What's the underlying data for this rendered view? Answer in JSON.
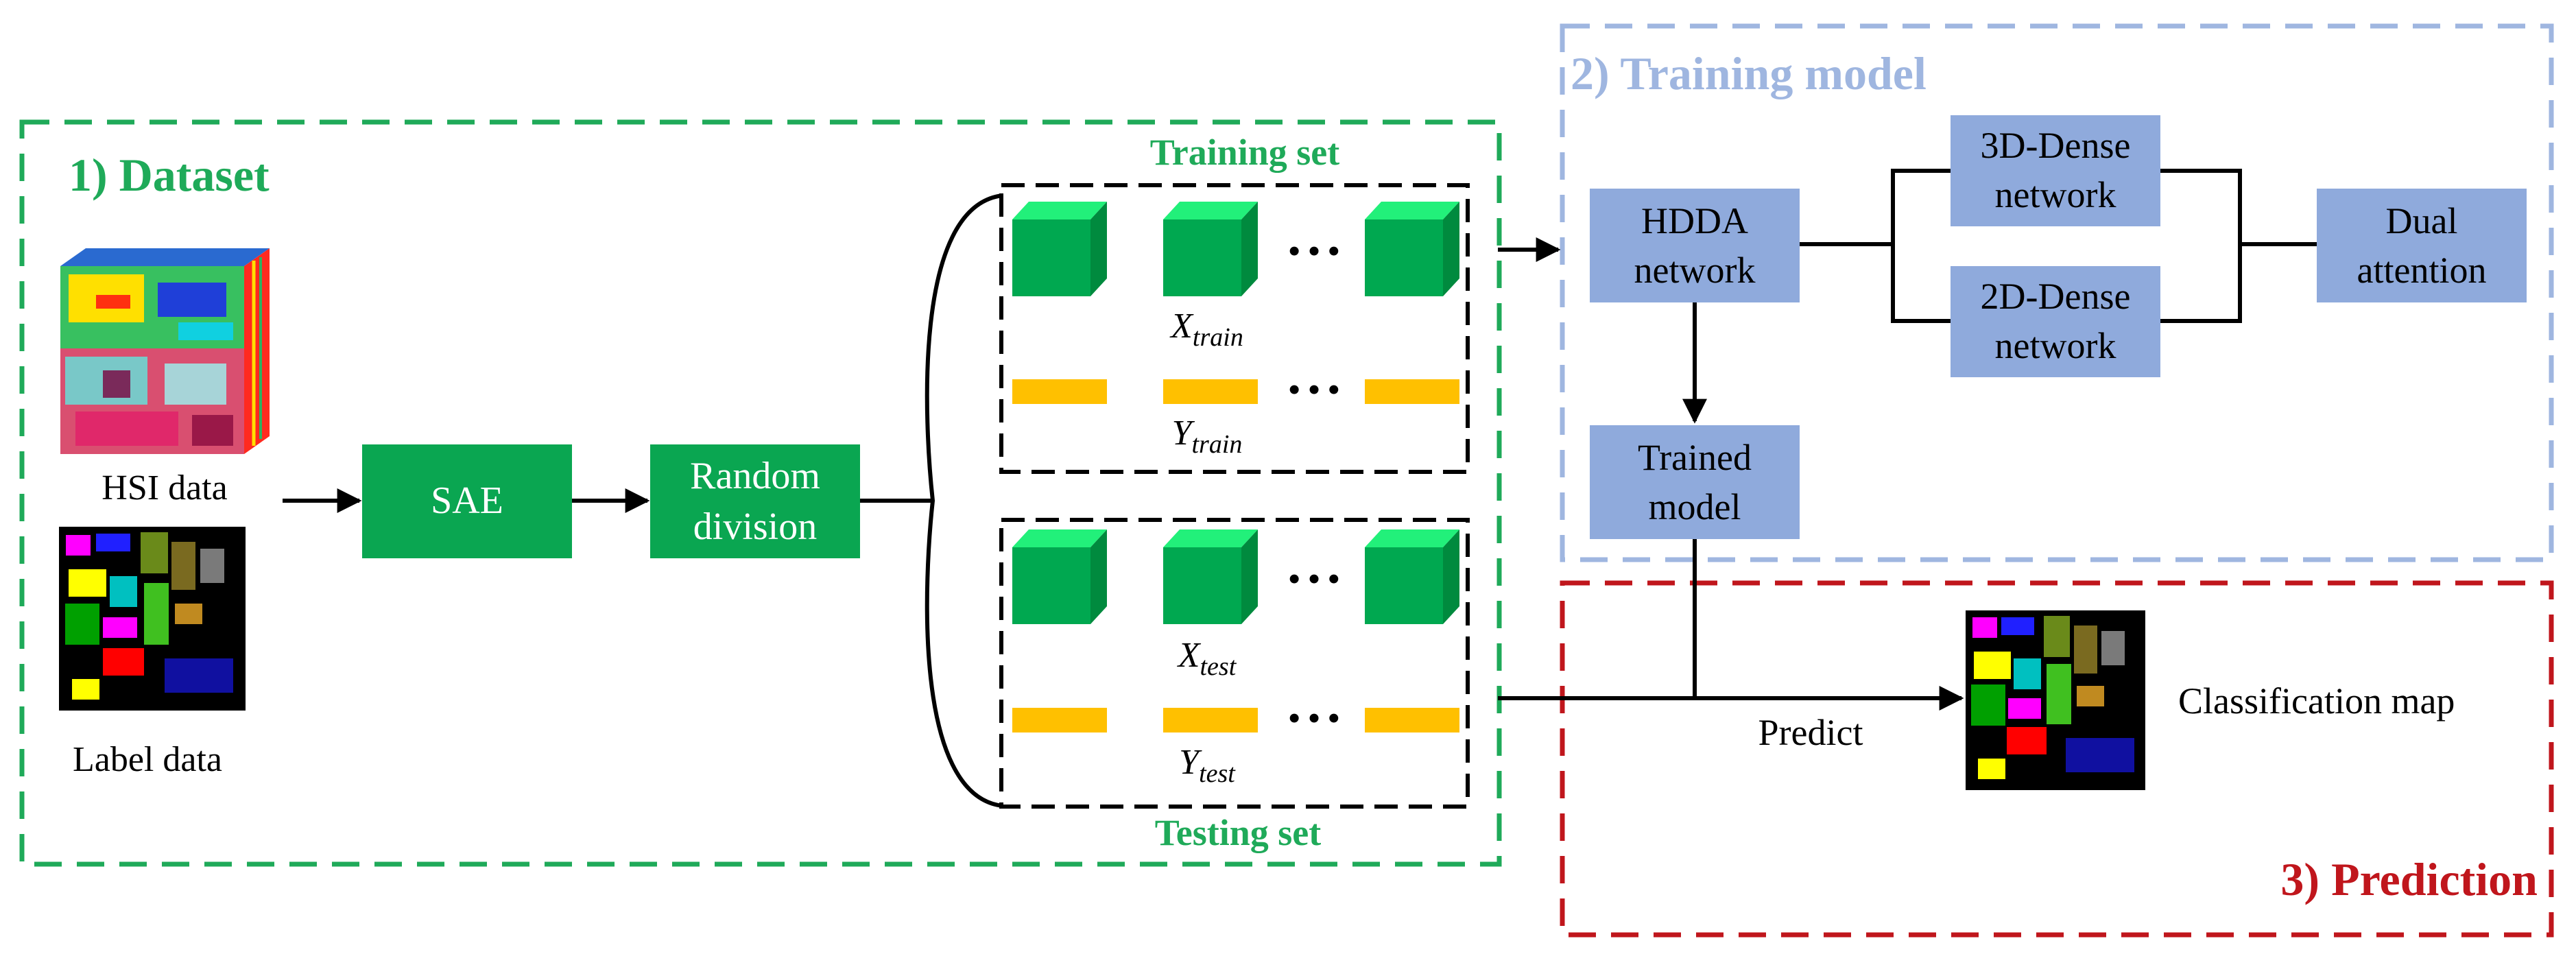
{
  "sections": {
    "dataset": "1) Dataset",
    "training_model": "2) Training model",
    "prediction": "3) Prediction"
  },
  "inputs": {
    "hsi_label": "HSI data",
    "label_data_label": "Label data"
  },
  "process": {
    "sae": "SAE",
    "random_division_line1": "Random",
    "random_division_line2": "division"
  },
  "sets": {
    "training_title": "Training set",
    "testing_title": "Testing set",
    "x_train_main": "X",
    "x_train_sub": "train",
    "y_train_main": "Y",
    "y_train_sub": "train",
    "x_test_main": "X",
    "x_test_sub": "test",
    "y_test_main": "Y",
    "y_test_sub": "test",
    "ellipsis": "• • •"
  },
  "model": {
    "hdda_line1": "HDDA",
    "hdda_line2": "network",
    "dense3d_line1": "3D-Dense",
    "dense3d_line2": "network",
    "dense2d_line1": "2D-Dense",
    "dense2d_line2": "network",
    "dual_line1": "Dual",
    "dual_line2": "attention",
    "trained_line1": "Trained",
    "trained_line2": "model"
  },
  "prediction": {
    "predict_label": "Predict",
    "classification_map_label": "Classification map"
  },
  "colors": {
    "green_section": "#1faa59",
    "blue_section": "#9fb6e0",
    "red_section": "#c0161c",
    "process_green": "#0aa651",
    "cube_front": "#00a850",
    "cube_top": "#22f07a",
    "cube_side": "#008a3e",
    "label_bar": "#ffc000",
    "model_box": "#8faadc"
  }
}
